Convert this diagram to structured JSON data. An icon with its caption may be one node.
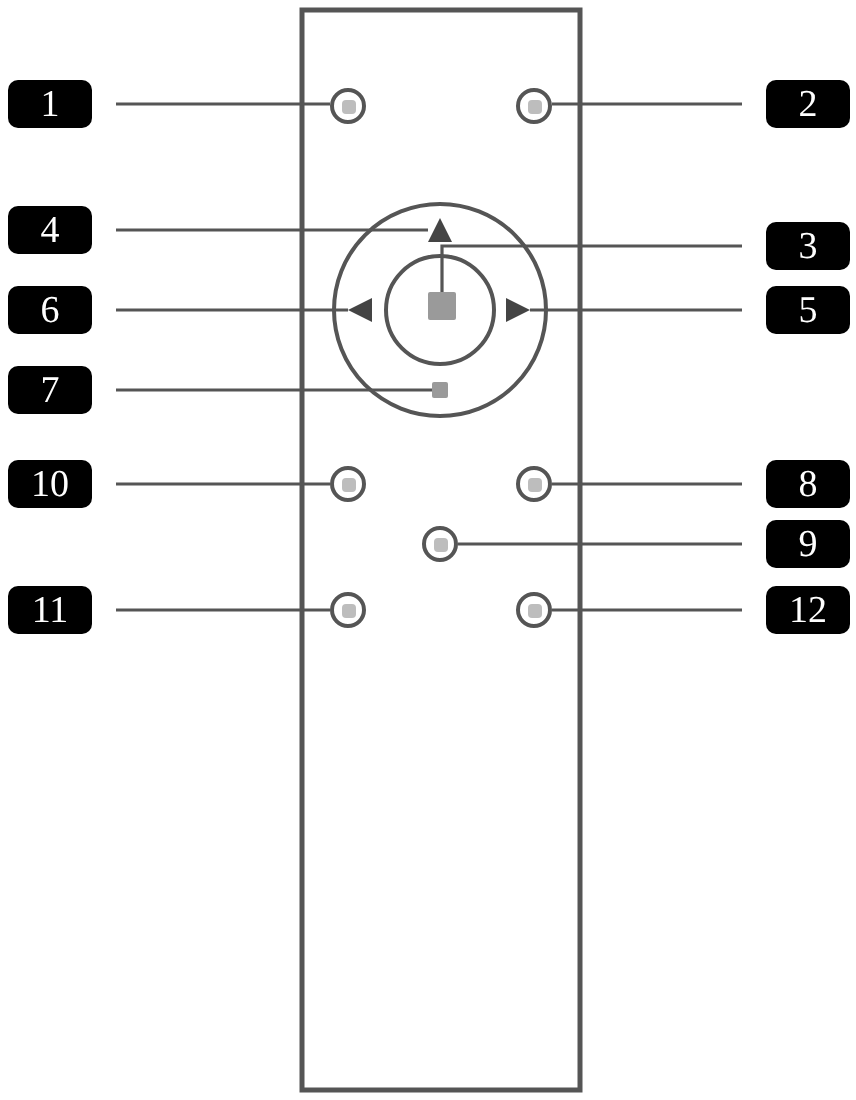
{
  "diagram": {
    "nodes": [
      {
        "text": [
          "1"
        ]
      },
      {
        "text": [
          "2"
        ]
      },
      {
        "text": [
          "4"
        ]
      },
      {
        "text": [
          "3"
        ]
      },
      {
        "text": [
          "6"
        ]
      },
      {
        "text": [
          "5"
        ]
      },
      {
        "text": [
          "7"
        ]
      },
      {
        "text": [
          "10"
        ]
      },
      {
        "text": [
          "8"
        ]
      },
      {
        "text": [
          "9"
        ]
      },
      {
        "text": [
          "11"
        ]
      },
      {
        "text": [
          "12"
        ]
      },
      {
        "text": [],
        "shape": "circle"
      },
      {
        "text": [],
        "shape": "circle"
      },
      {
        "text": [],
        "shape": "triangle"
      },
      {
        "text": [],
        "shape": "box"
      },
      {
        "text": [],
        "shape": "triangle"
      },
      {
        "text": [],
        "shape": "triangle"
      },
      {
        "text": [],
        "shape": "box"
      },
      {
        "text": [],
        "shape": "circle"
      },
      {
        "text": [],
        "shape": "circle"
      },
      {
        "text": [],
        "shape": "circle"
      },
      {
        "text": [],
        "shape": "circle"
      },
      {
        "text": [],
        "shape": "circle"
      }
    ],
    "edges": [
      {
        "from": 0,
        "to": 12,
        "arrow": "none"
      },
      {
        "from": 1,
        "to": 13,
        "arrow": "none"
      },
      {
        "from": 2,
        "to": 14,
        "arrow": "none"
      },
      {
        "from": 3,
        "to": 15,
        "arrow": "none"
      },
      {
        "from": 4,
        "to": 16,
        "arrow": "none"
      },
      {
        "from": 5,
        "to": 17,
        "arrow": "none"
      },
      {
        "from": 6,
        "to": 18,
        "arrow": "none"
      },
      {
        "from": 7,
        "to": 19,
        "arrow": "none"
      },
      {
        "from": 8,
        "to": 20,
        "arrow": "none"
      },
      {
        "from": 9,
        "to": 21,
        "arrow": "none"
      },
      {
        "from": 10,
        "to": 22,
        "arrow": "none"
      },
      {
        "from": 11,
        "to": 23,
        "arrow": "none"
      }
    ]
  }
}
